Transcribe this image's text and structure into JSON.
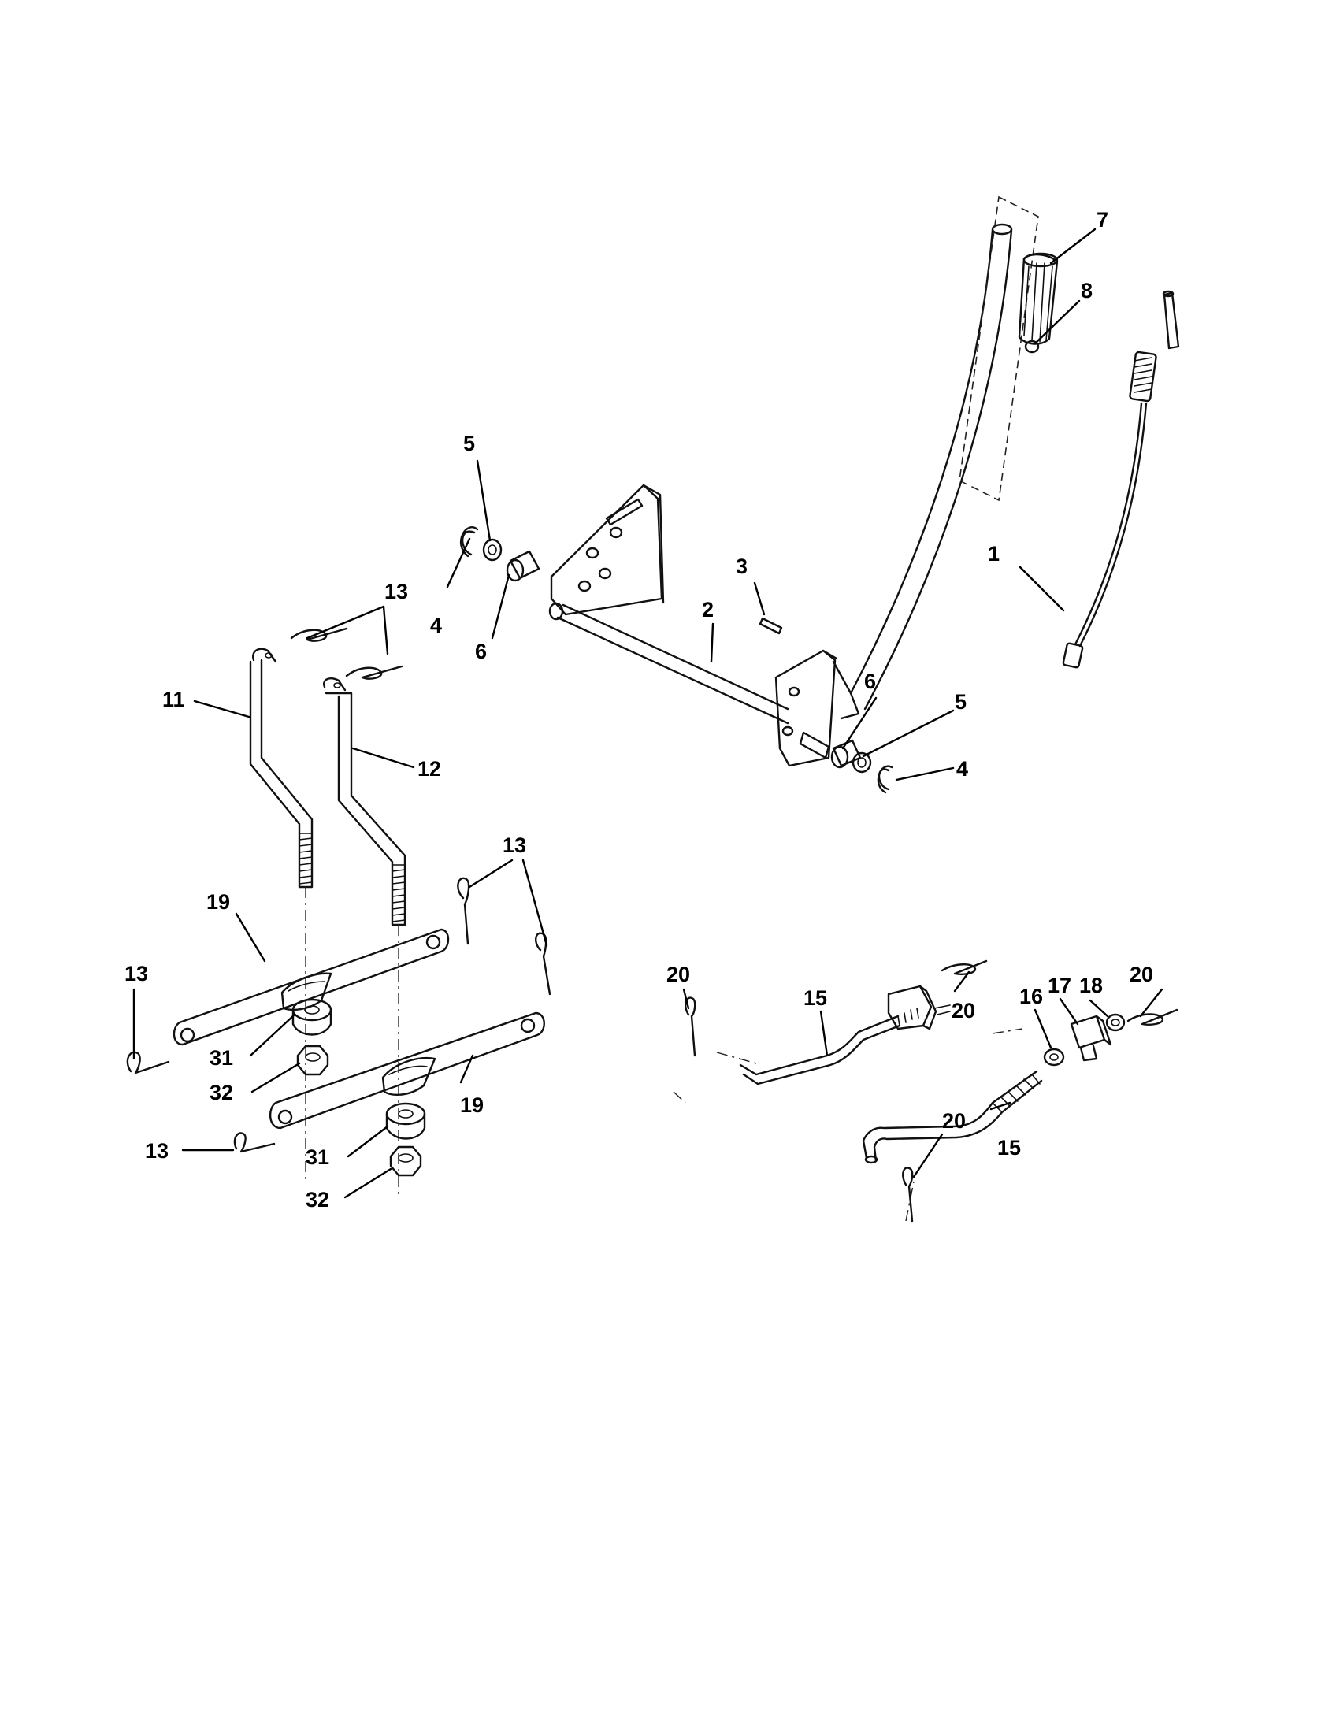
{
  "colors": {
    "ink": "#111111",
    "background": "#ffffff"
  },
  "callouts": [
    {
      "id": "c1",
      "text": "1"
    },
    {
      "id": "c2",
      "text": "2"
    },
    {
      "id": "c3",
      "text": "3"
    },
    {
      "id": "c4a",
      "text": "4"
    },
    {
      "id": "c4b",
      "text": "4"
    },
    {
      "id": "c5a",
      "text": "5"
    },
    {
      "id": "c5b",
      "text": "5"
    },
    {
      "id": "c6a",
      "text": "6"
    },
    {
      "id": "c6b",
      "text": "6"
    },
    {
      "id": "c7",
      "text": "7"
    },
    {
      "id": "c8",
      "text": "8"
    },
    {
      "id": "c11",
      "text": "11"
    },
    {
      "id": "c12",
      "text": "12"
    },
    {
      "id": "c13a",
      "text": "13"
    },
    {
      "id": "c13b",
      "text": "13"
    },
    {
      "id": "c13c",
      "text": "13"
    },
    {
      "id": "c13d",
      "text": "13"
    },
    {
      "id": "c15a",
      "text": "15"
    },
    {
      "id": "c15b",
      "text": "15"
    },
    {
      "id": "c16",
      "text": "16"
    },
    {
      "id": "c17",
      "text": "17"
    },
    {
      "id": "c18",
      "text": "18"
    },
    {
      "id": "c19a",
      "text": "19"
    },
    {
      "id": "c19b",
      "text": "19"
    },
    {
      "id": "c20a",
      "text": "20"
    },
    {
      "id": "c20b",
      "text": "20"
    },
    {
      "id": "c20c",
      "text": "20"
    },
    {
      "id": "c20d",
      "text": "20"
    },
    {
      "id": "c31a",
      "text": "31"
    },
    {
      "id": "c31b",
      "text": "31"
    },
    {
      "id": "c32a",
      "text": "32"
    },
    {
      "id": "c32b",
      "text": "32"
    }
  ]
}
